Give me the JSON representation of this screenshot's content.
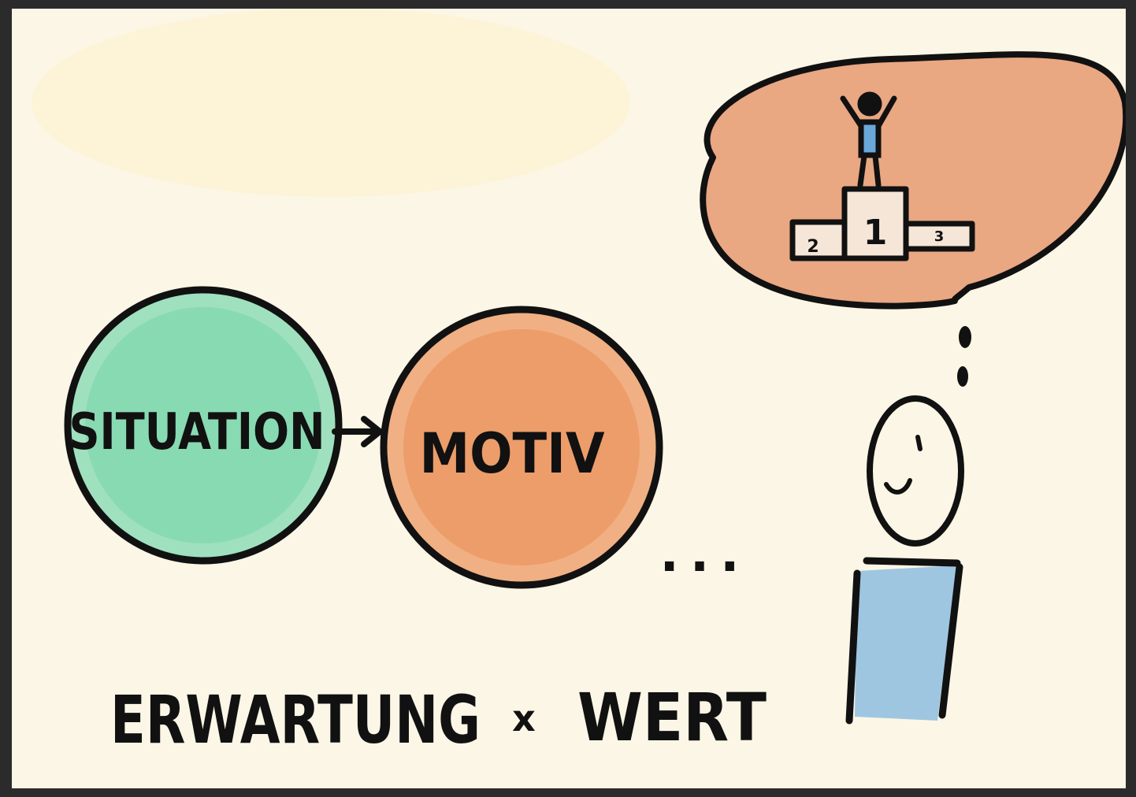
{
  "nodes": {
    "situation": {
      "label": "SITUATION",
      "color": "#5fcf9a"
    },
    "motiv": {
      "label": "MOTIV",
      "color": "#e8874a"
    }
  },
  "ellipsis": "...",
  "formula": {
    "left": "ERWARTUNG",
    "operator": "x",
    "right": "WERT"
  },
  "podium": {
    "first": "1",
    "second": "2",
    "third": "3"
  },
  "colors": {
    "paper": "#fbf6e6",
    "ink": "#111111",
    "thought_fill": "#e9a782",
    "body_fill": "#9ec6e0"
  }
}
